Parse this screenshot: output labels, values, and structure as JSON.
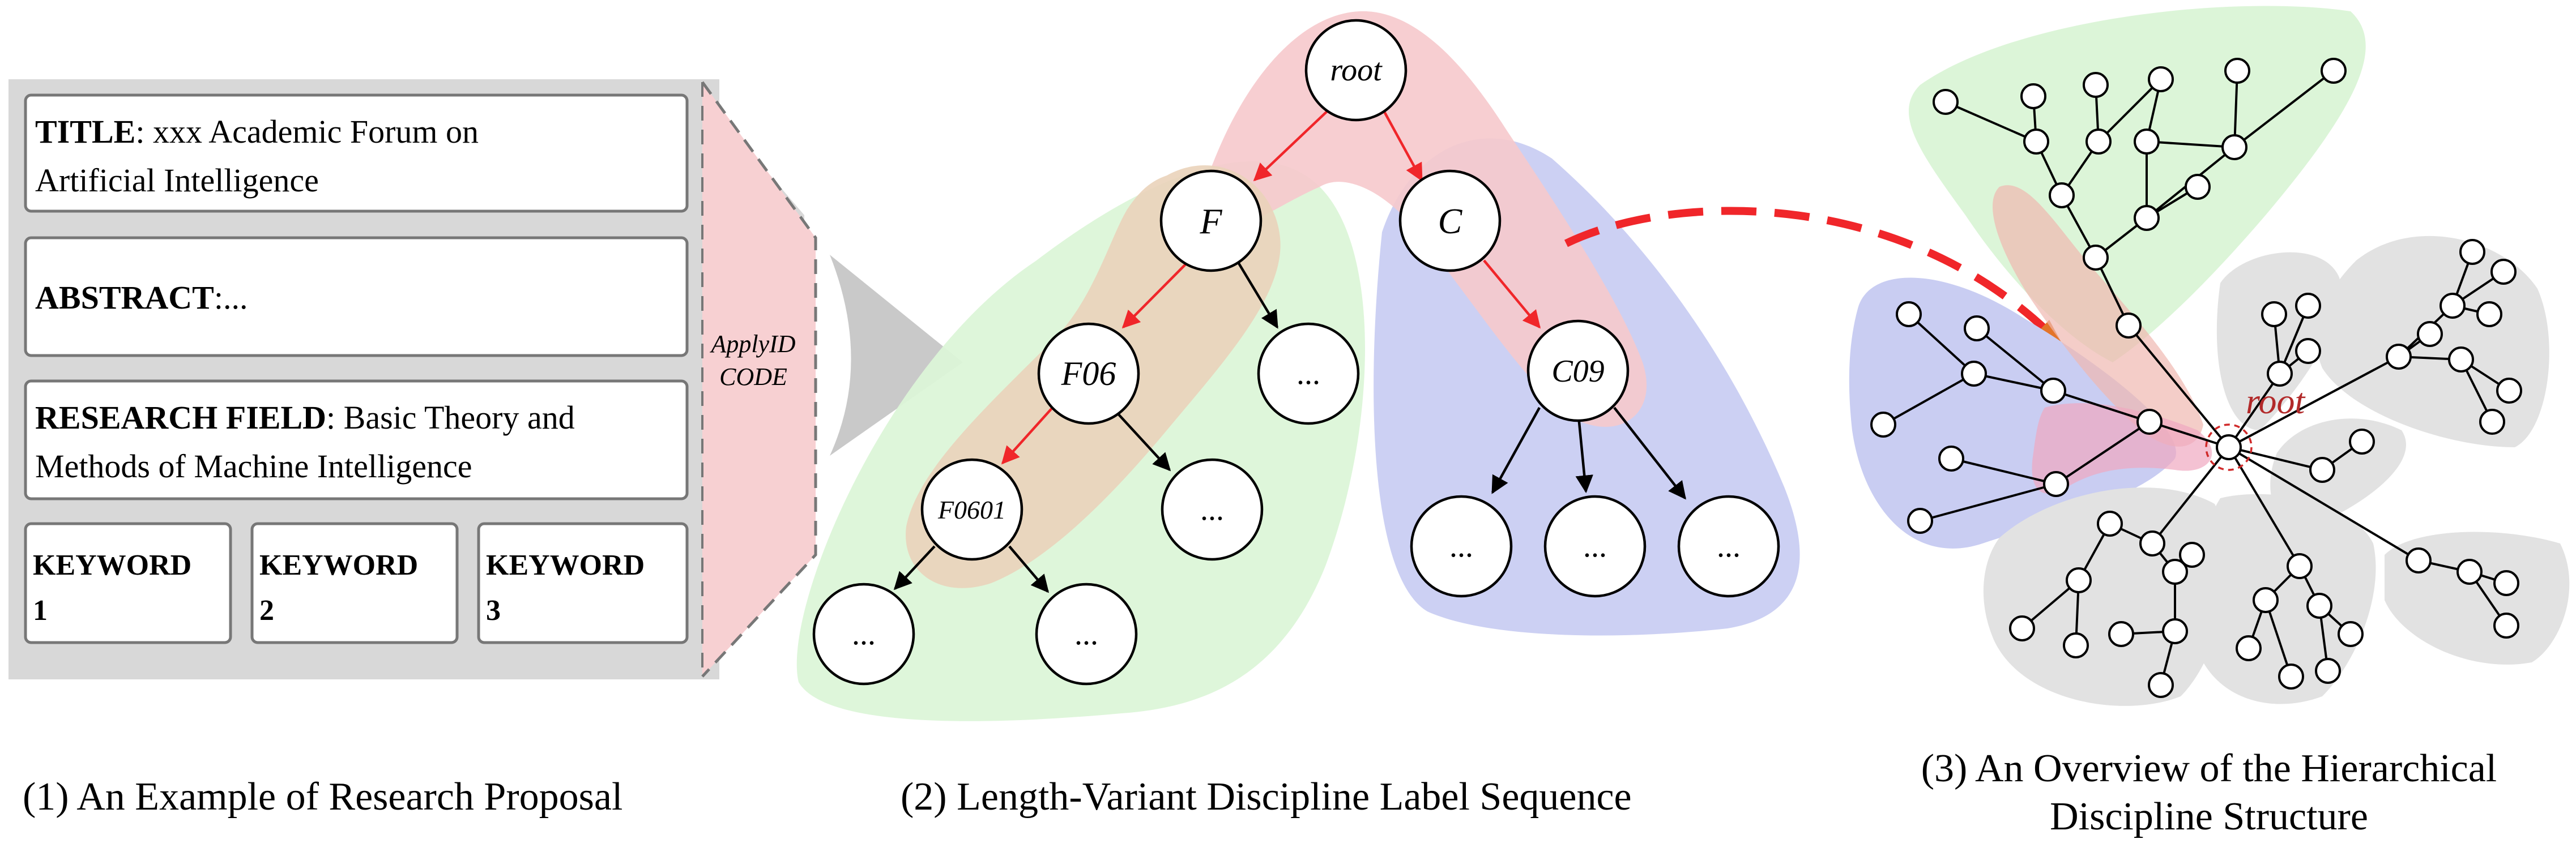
{
  "panel1": {
    "caption": "(1) An Example of Research Proposal",
    "title_label": "TITLE",
    "title_text_1": ": xxx Academic Forum on",
    "title_text_2": "Artificial Intelligence",
    "abstract_label": "ABSTRACT",
    "abstract_text": ":...",
    "field_label": "RESEARCH FIELD",
    "field_text_1": ": Basic Theory and",
    "field_text_2": "Methods of Machine Intelligence",
    "keywords": [
      {
        "line1": "KEYWORD",
        "line2": "1"
      },
      {
        "line1": "KEYWORD",
        "line2": "2"
      },
      {
        "line1": "KEYWORD",
        "line2": "3"
      }
    ],
    "apply_line1": "ApplyID",
    "apply_line2": "CODE"
  },
  "panel2": {
    "caption": "(2) Length-Variant Discipline Label Sequence",
    "nodes": {
      "root": "root",
      "f": "F",
      "c": "C",
      "f06": "F06",
      "c09": "C09",
      "f0601": "F0601",
      "ellipsis": "..."
    }
  },
  "panel3": {
    "caption_line1": "(3) An Overview of the Hierarchical",
    "caption_line2": "Discipline Structure",
    "root_label": "root"
  },
  "colors": {
    "red_path": "#f0262a",
    "pink_highlight": "#f6c9cc",
    "green_highlight": "#d9f4d6",
    "blue_highlight": "#c9cdf2",
    "tan_overlap": "#e8d0b8",
    "gray_cluster": "#e2e2e2",
    "panel_gray": "#d6d6d6"
  }
}
